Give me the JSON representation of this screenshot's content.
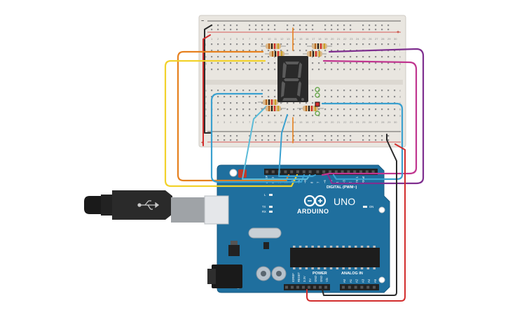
{
  "breadboard": {
    "rail_plus": "+",
    "rail_minus": "−",
    "rows_top": [
      "j",
      "i",
      "h",
      "g",
      "f"
    ],
    "rows_bottom": [
      "e",
      "d",
      "c",
      "b",
      "a"
    ],
    "column_count": 30
  },
  "arduino": {
    "brand": "ARDUINO",
    "model": "UNO",
    "digital_label": "DIGITAL (PWM~)",
    "power_label": "POWER",
    "analog_label": "ANALOG IN",
    "on_label": "ON",
    "tx_label": "TX",
    "rx_label": "RX",
    "l_label": "L",
    "aref_label": "AREF",
    "gnd_label": "GND",
    "tx0_label": "TX▸1",
    "rx0_label": "RX◂0",
    "power_pins": [
      "IOREF",
      "RESET",
      "3.3V",
      "5V",
      "GND",
      "GND",
      "Vin"
    ],
    "analog_pins": [
      "A0",
      "A1",
      "A2",
      "A3",
      "A4",
      "A5"
    ],
    "digital_pins": [
      "13",
      "12",
      "~11",
      "~10",
      "~9",
      "8",
      "7",
      "~6",
      "~5",
      "4",
      "~3",
      "2"
    ]
  },
  "display": {
    "digit": "8."
  },
  "colors": {
    "board_blue": "#1f6f9e",
    "breadboard": "#e9e6e0",
    "wire_orange": "#e6811f",
    "wire_yellow": "#f2d22b",
    "wire_purple": "#7f2f8f",
    "wire_magenta": "#c0358f",
    "wire_lightblue": "#3aa0cf",
    "wire_red": "#d22d2d",
    "wire_black": "#2b2b2b"
  }
}
